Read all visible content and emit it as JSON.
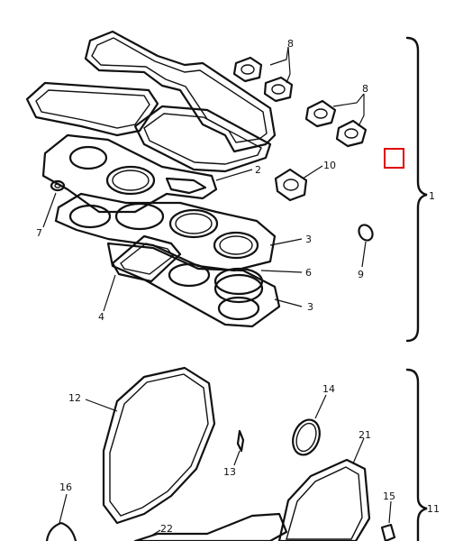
{
  "labels": {
    "l1": "1",
    "l2": "2",
    "l3a": "3",
    "l3b": "3",
    "l4": "4",
    "l6": "6",
    "l7": "7",
    "l8a": "8",
    "l8b": "8",
    "l9": "9",
    "l10": "10",
    "l11": "11",
    "l12": "12",
    "l13": "13",
    "l14": "14",
    "l15": "15",
    "l16": "16",
    "l21": "21",
    "l22": "22"
  },
  "colors": {
    "ink": "#111111",
    "marker": "#e00000",
    "background": "#ffffff"
  }
}
